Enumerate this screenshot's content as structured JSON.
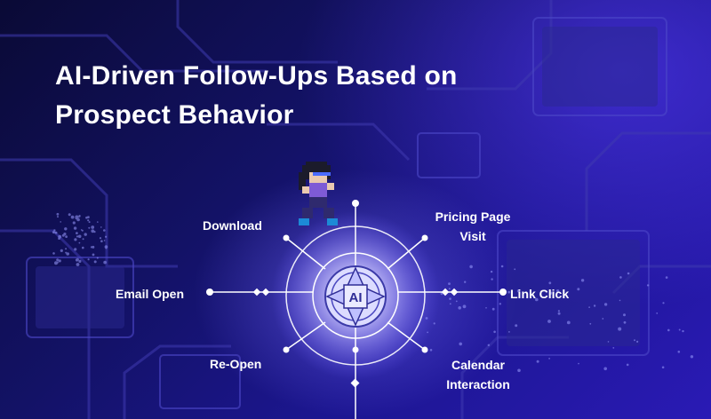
{
  "title": "AI-Driven Follow-Ups Based on Prospect Behavior",
  "hub": {
    "text": "AI"
  },
  "triggers": [
    {
      "label": "Download"
    },
    {
      "label": "Pricing Page Visit"
    },
    {
      "label": "Email Open"
    },
    {
      "label": "Link Click"
    },
    {
      "label": "Re-Open"
    },
    {
      "label": "Calendar Interaction"
    }
  ],
  "colors": {
    "background_dark": "#0b0a3a",
    "background_light": "#2a1ab5",
    "accent": "#7d72ff",
    "text": "#ffffff"
  },
  "icons": [
    "ai-hub-icon",
    "pixel-character-icon",
    "node-dot-icon"
  ]
}
